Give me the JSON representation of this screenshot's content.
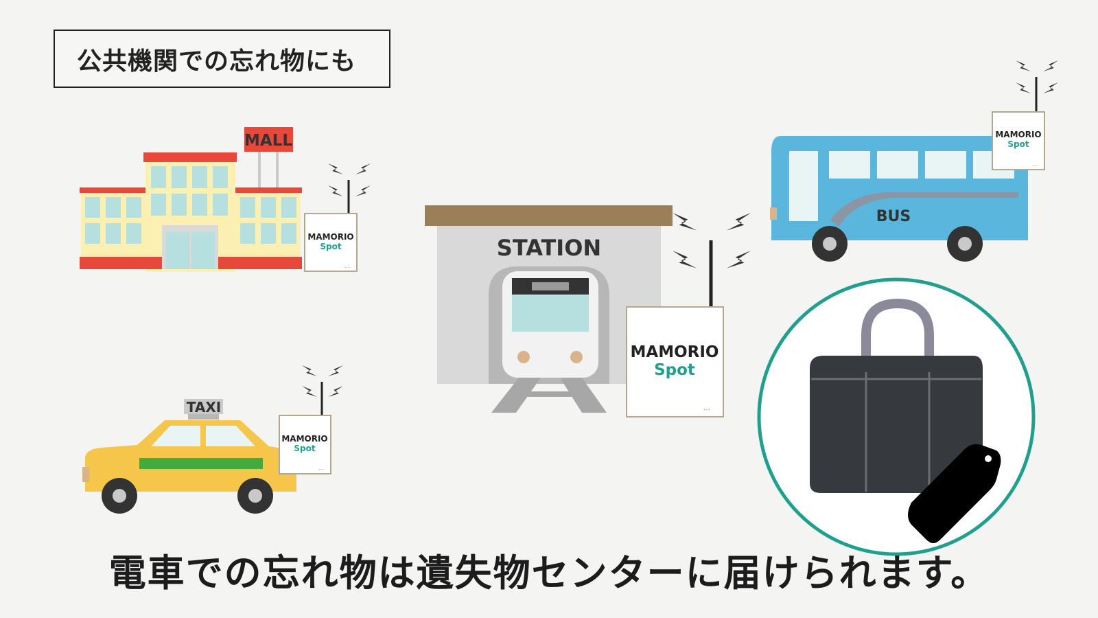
{
  "title_box": {
    "text": "公共機関での忘れ物にも"
  },
  "labels": {
    "mall": "MALL",
    "station": "STATION",
    "bus": "BUS",
    "taxi": "TAXI"
  },
  "spot_device": {
    "brand": "MAMORIO",
    "product": "Spot",
    "dots": "…"
  },
  "subtitle": "電車での忘れ物は遺失物センターに届けられます。",
  "colors": {
    "teal": "#1fa08f",
    "bus_blue": "#5ab6dc",
    "taxi_yellow": "#f5c64a",
    "mall_red": "#e8483a",
    "bag": "#36393d"
  },
  "icons": [
    "mall-building-icon",
    "station-train-icon",
    "bus-icon",
    "taxi-icon",
    "bag-icon",
    "tag-icon",
    "antenna-signal-icon"
  ]
}
